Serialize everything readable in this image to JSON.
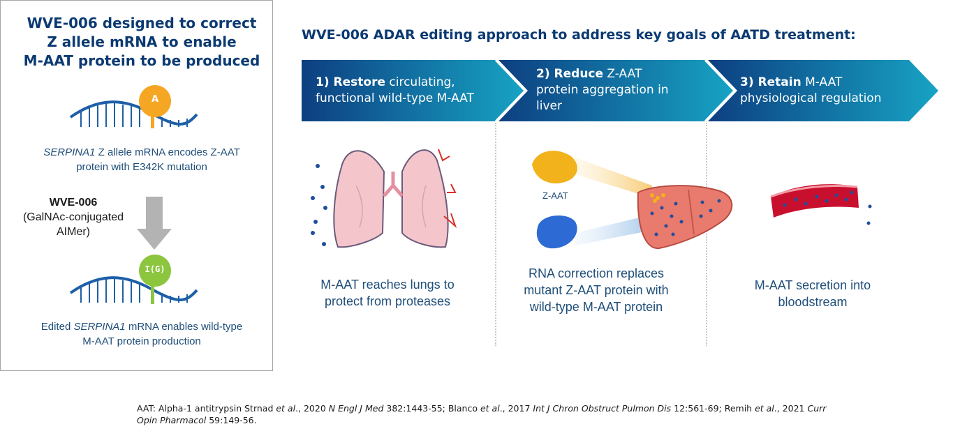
{
  "left_panel": {
    "title_line1": "WVE-006 designed to correct",
    "title_line2": "Z allele mRNA to enable",
    "title_line3": "M-AAT protein to be produced",
    "badge_a": "A",
    "caption1_gene": "SERPINA1",
    "caption1_rest": " Z allele mRNA encodes Z-AAT",
    "caption1_line2": "protein with E342K mutation",
    "drug_name": "WVE-006",
    "drug_desc_line1": "(GalNAc-conjugated",
    "drug_desc_line2": "AIMer)",
    "badge_ig": "I(G)",
    "caption2_prefix": "Edited ",
    "caption2_gene": "SERPINA1",
    "caption2_rest": " mRNA enables wild-type",
    "caption2_line2": "M-AAT protein production"
  },
  "header": {
    "title": "WVE-006 ADAR editing approach to address key goals of AATD treatment:"
  },
  "steps": [
    {
      "num": "1) ",
      "bold": "Restore",
      "rest": " circulating,",
      "line2": "functional wild-type M-AAT",
      "line3": ""
    },
    {
      "num": "2) ",
      "bold": "Reduce",
      "rest": " Z-AAT",
      "line2": "protein aggregation in",
      "line3": "liver"
    },
    {
      "num": "3) ",
      "bold": "Retain",
      "rest": " M-AAT",
      "line2": "physiological regulation",
      "line3": ""
    }
  ],
  "illustrations": {
    "zaat_label": "Z-AAT"
  },
  "goal_captions": {
    "lungs_line1": "M-AAT reaches lungs to",
    "lungs_line2": "protect from proteases",
    "liver_line1": "RNA correction replaces",
    "liver_line2": "mutant Z-AAT protein with",
    "liver_line3": "wild-type M-AAT protein",
    "blood_line1": "M-AAT secretion into",
    "blood_line2": "bloodstream"
  },
  "footnote": {
    "p1": "AAT: Alpha-1 antitrypsin Strnad ",
    "etal1": "et al",
    "p2": "., 2020 ",
    "j1": "N Engl J Med",
    "p3": " 382:1443-55; Blanco ",
    "etal2": "et al",
    "p4": "., 2017 ",
    "j2": "Int J Chron Obstruct Pulmon Dis",
    "p5": " 12:561-69;  Remih ",
    "etal3": "et al",
    "p6": "., 2021 ",
    "j3": "Curr Opin Pharmacol",
    "p7": " 59:149-56."
  },
  "colors": {
    "navy": "#0b3a72",
    "arrow_dark": "#0e4f8f",
    "arrow_light": "#1aa6c6",
    "badge_a": "#f5a623",
    "badge_ig": "#8cc63f",
    "lung_pink": "#f4c6cc",
    "liver_red": "#d9534f",
    "vessel_red": "#c8102e",
    "dot_blue": "#1f4e9c"
  }
}
